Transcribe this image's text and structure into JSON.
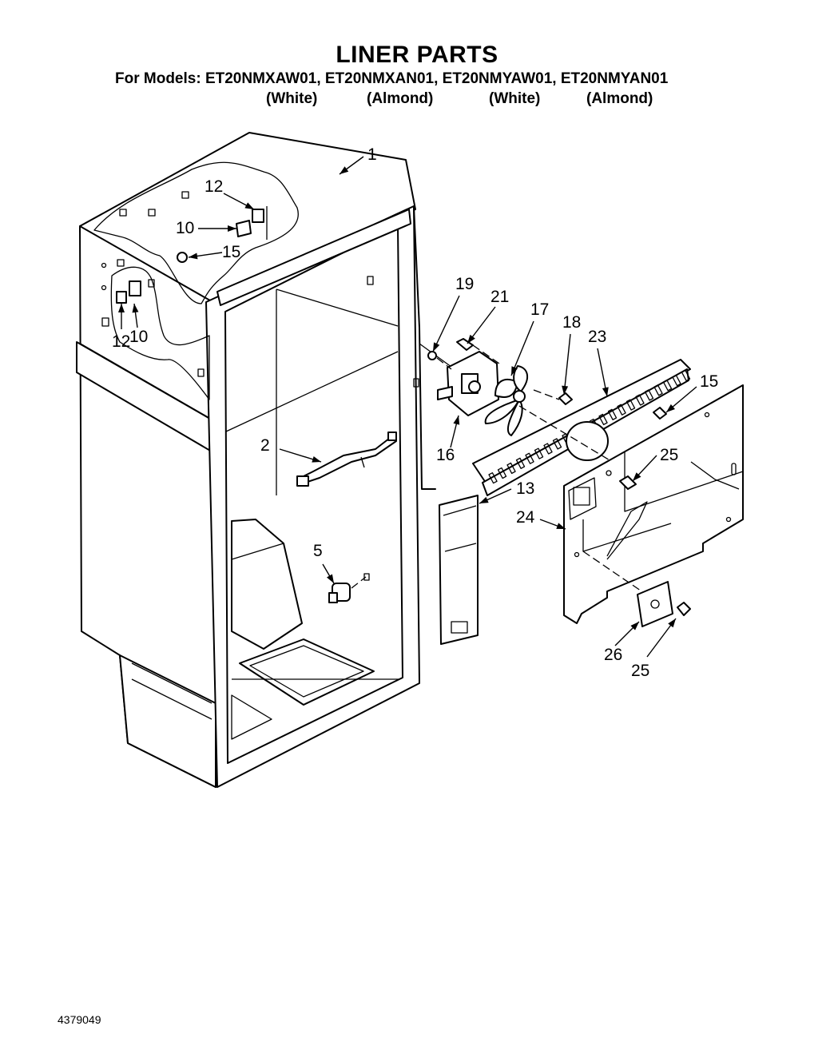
{
  "header": {
    "title": "LINER PARTS",
    "models_line": "For Models: ET20NMXAW01, ET20NMXAN01, ET20NMYAW01, ET20NMYAN01",
    "colors": [
      "(White)",
      "(Almond)",
      "(White)",
      "(Almond)"
    ]
  },
  "document_number": "4379049",
  "callouts": {
    "c1": "1",
    "c12a": "12",
    "c10a": "10",
    "c15a": "15",
    "c12b": "12",
    "c10b": "10",
    "c19": "19",
    "c21": "21",
    "c17": "17",
    "c18": "18",
    "c23": "23",
    "c15b": "15",
    "c16": "16",
    "c2": "2",
    "c25a": "25",
    "c13": "13",
    "c24": "24",
    "c5": "5",
    "c26": "26",
    "c25b": "25"
  }
}
